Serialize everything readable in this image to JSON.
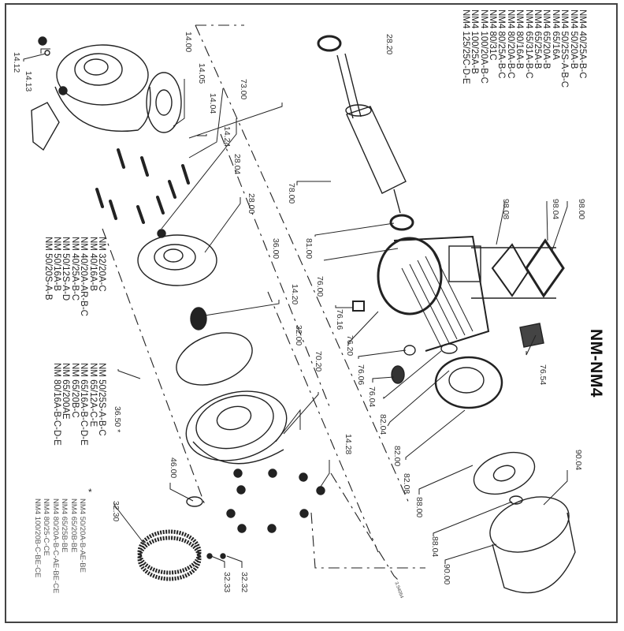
{
  "title": "NM-NM4",
  "model_lists": {
    "nm4_top_right": [
      "NM4 40/25A-B-C",
      "NM4 50/20A-B",
      "NM4 50/25S-A-B-C",
      "NM4 65/16A",
      "NM4 65/20A-B",
      "NM4 65/25A-B",
      "NM4 65/31A-B-C",
      "NM4 80/16A-B",
      "NM4 80/20A-B-C",
      "NM4 80/25A-B-C",
      "NM4 80/31C",
      "NM4 100/20A-B-C",
      "NM4 100/25A-B",
      "NM4 125/25C-D-E"
    ],
    "nm_left_a": [
      "NM 32/20A-C",
      "NM 40/16A-B",
      "NM 40/20A-AR-B-C",
      "NM 40/25A-B-C",
      "NM 50/12S-A-D",
      "NM 50/16A-B",
      "NM 50/20S-A-B"
    ],
    "nm_left_b": [
      "NM 50/25S-A-B-C",
      "NM 65/12A-C-E",
      "NM 65/16A-B-C-D-E",
      "NM 65/20B-C",
      "NM 65/200AE",
      "NM 80/16A-B-C-D-E"
    ],
    "nm4_bottom_left": [
      "NM4 50/20A-B-AE-BE",
      "NM4 65/20B-BE",
      "NM4 65/25B-BE",
      "NM4 80/20A-B-C-AE-BE-CE",
      "NM4 80/25-C-CE",
      "NM4 100/20B-C-BE-CE"
    ],
    "footnote_marker": "*"
  },
  "part_labels": {
    "p14_12": "14.12",
    "p14_13": "14.13",
    "p14_00": "14.00",
    "p14_05": "14.05",
    "p14_04": "14.04",
    "p14_24": "14.24",
    "p73_00": "73.00",
    "p28_20": "28.20",
    "p28_04": "28.04",
    "p28_00": "28.00",
    "p78_00": "78.00",
    "p36_00": "36.00",
    "p81_00": "81.00",
    "p76_00": "76.00",
    "p14_20": "14.20",
    "p76_16": "76.16",
    "p76_20": "76.20",
    "p98_08": "98.08",
    "p98_04": "98.04",
    "p98_00": "98.00",
    "p76_54": "76.54",
    "p76_06": "76.06",
    "p76_04": "76.04",
    "p82_04": "82.04",
    "p82_00": "82.00",
    "p82_08": "82.08",
    "p32_00": "32.00",
    "p70_20": "70.20",
    "p36_50": "36.50 *",
    "p14_28": "14.28",
    "p46_00": "46.00",
    "p32_30": "32.30",
    "p32_33": "32.33",
    "p32_32": "32.32",
    "p88_00": "88.00",
    "p88_04": "88.04",
    "p90_04": "90.04",
    "p90_00": "90.00"
  },
  "drawing_ref": "3.94054"
}
